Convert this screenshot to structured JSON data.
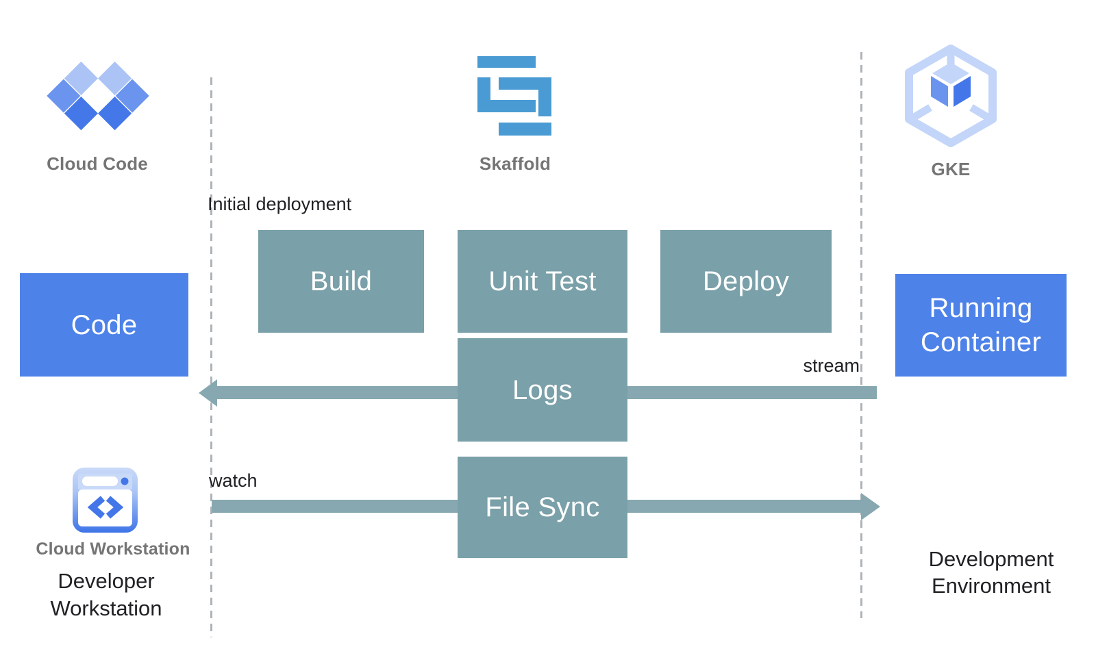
{
  "icons": {
    "cloud_code": {
      "label": "Cloud Code"
    },
    "skaffold": {
      "label": "Skaffold"
    },
    "gke": {
      "label": "GKE"
    },
    "cloud_workstation": {
      "label": "Cloud Workstation"
    }
  },
  "boxes": {
    "code": {
      "label": "Code"
    },
    "build": {
      "label": "Build"
    },
    "unit_test": {
      "label": "Unit Test"
    },
    "deploy": {
      "label": "Deploy"
    },
    "logs": {
      "label": "Logs"
    },
    "file_sync": {
      "label": "File Sync"
    },
    "running_container": {
      "label": "Running Container"
    }
  },
  "annotations": {
    "initial_deployment": "Initial deployment",
    "stream": "stream",
    "watch": "watch",
    "developer_workstation": "Developer Workstation",
    "development_environment": "Development Environment"
  },
  "colors": {
    "blue": "#4D82E9",
    "teal": "#7AA0A9",
    "arrow": "#87A8B0",
    "skaffold_blue": "#4A9BD3",
    "periwinkle": "#C3D5F8",
    "icon_blue": "#4377E9",
    "diamond_light": "#ABC4F5",
    "diamond_mid": "#6B94EE",
    "diamond_dark": "#4478E8",
    "gray_label": "#757575",
    "text_black": "#202124",
    "dash_gray": "#AEB3B9"
  }
}
